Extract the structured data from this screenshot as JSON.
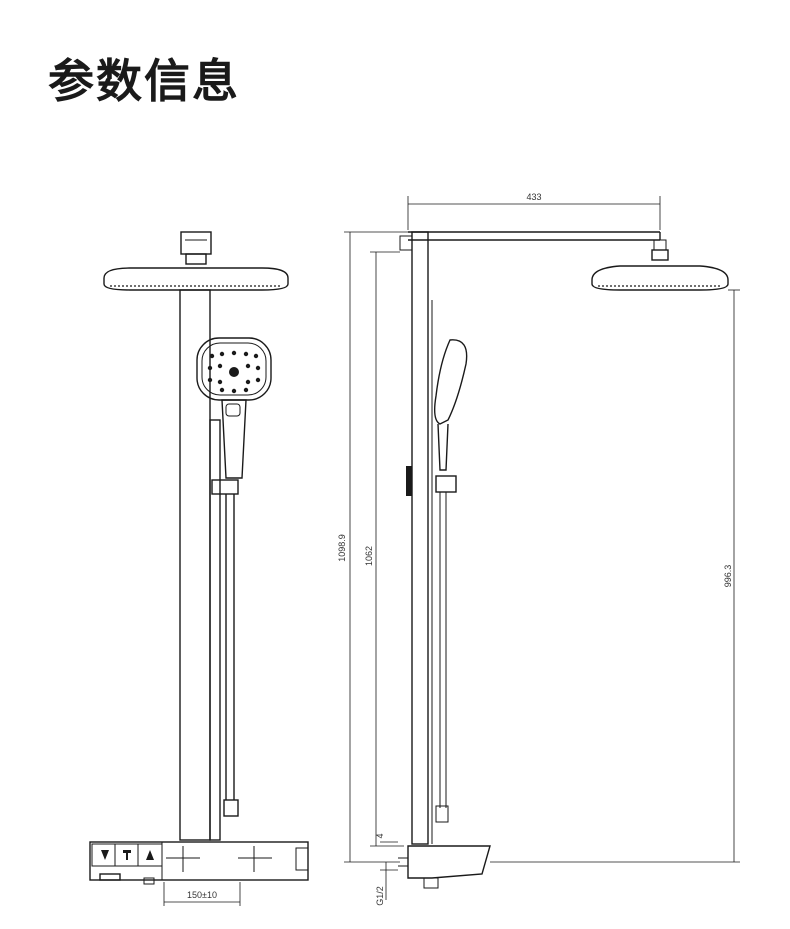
{
  "title": "参数信息",
  "dimensions": {
    "arm_length": "433",
    "total_height": "1098.9",
    "bar_height": "1062",
    "head_height": "996.3",
    "inlet_spacing": "150±10",
    "inlet_offset": "4",
    "thread": "G1/2"
  },
  "colors": {
    "line": "#1a1a1a",
    "text": "#1a1a1a"
  }
}
